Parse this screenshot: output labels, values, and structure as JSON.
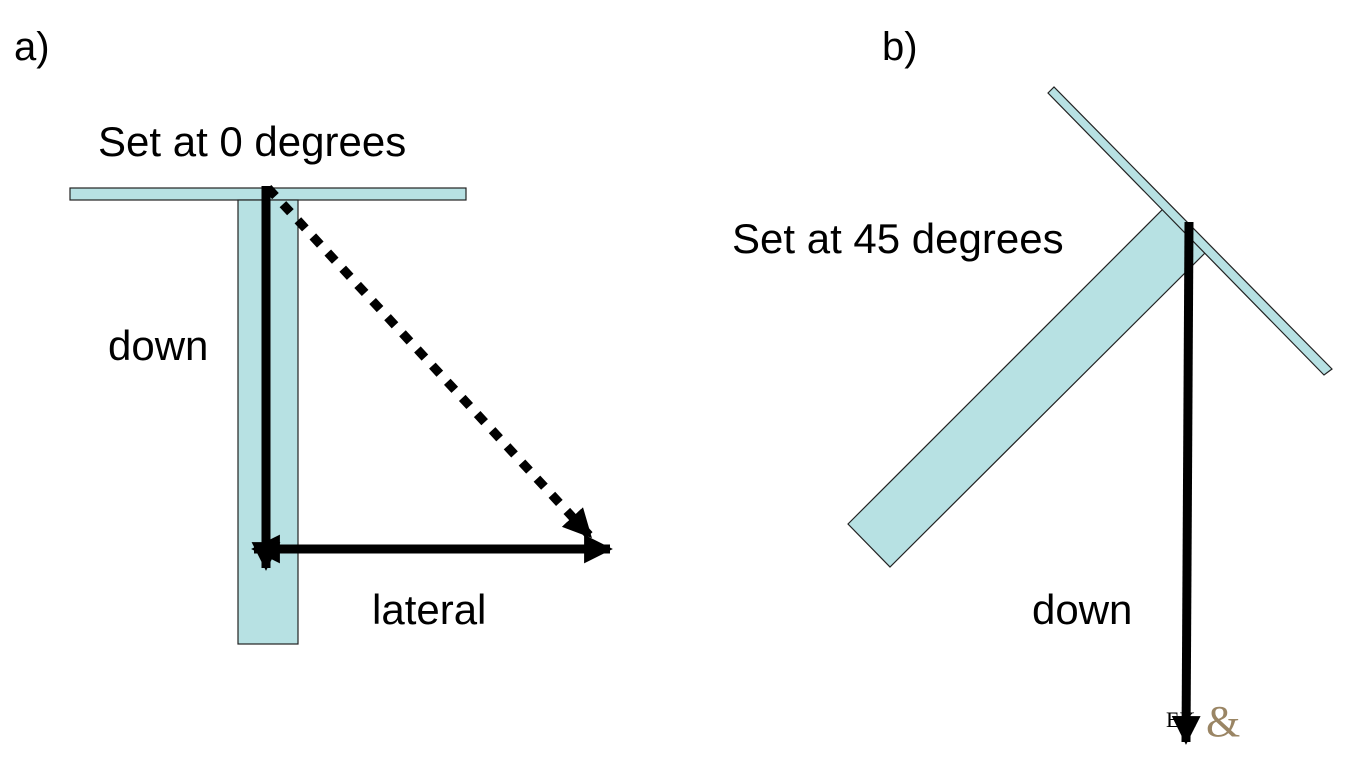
{
  "panel_a": {
    "letter": "a)",
    "title": "Set at 0 degrees",
    "down_label": "down",
    "lateral_label": "lateral"
  },
  "panel_b": {
    "letter": "b)",
    "title": "Set at 45 degrees",
    "down_label": "down"
  },
  "logo": {
    "symbol": "&",
    "partial_text": "EK"
  },
  "colors": {
    "tool_fill": "#b7e1e3",
    "tool_stroke": "#222222",
    "arrow": "#000000",
    "logo": "#9a8564"
  }
}
